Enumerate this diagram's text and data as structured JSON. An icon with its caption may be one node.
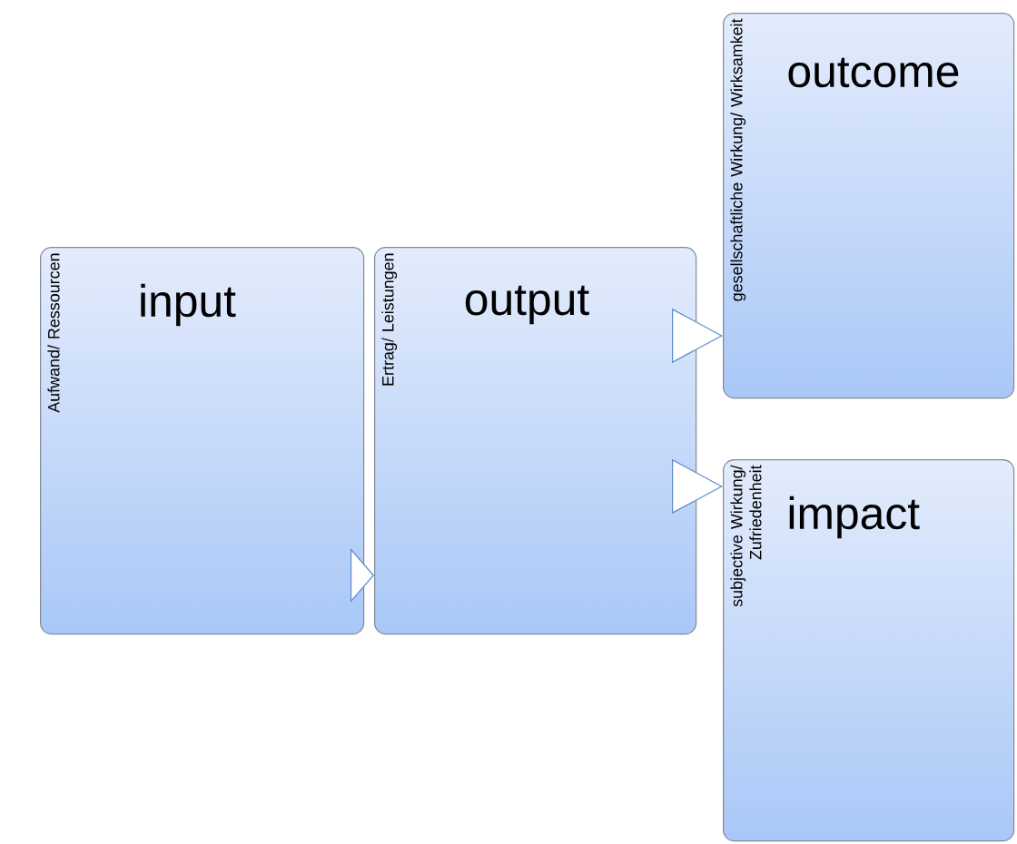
{
  "diagram": {
    "nodes": [
      {
        "text": [
          "input",
          "Aufwand/ Ressourcen"
        ]
      },
      {
        "text": [
          "output",
          "Ertrag/ Leistungen"
        ]
      },
      {
        "text": [
          "outcome",
          "gesellschaftliche Wirkung/ Wirksamkeit"
        ]
      },
      {
        "text": [
          "impact",
          "subjective Wirkung/ Zufriedenheit"
        ]
      }
    ],
    "edges": [
      {
        "from": 0,
        "to": 1,
        "arrow": "to"
      },
      {
        "from": 1,
        "to": 2,
        "arrow": "to"
      },
      {
        "from": 1,
        "to": 3,
        "arrow": "to"
      }
    ]
  }
}
